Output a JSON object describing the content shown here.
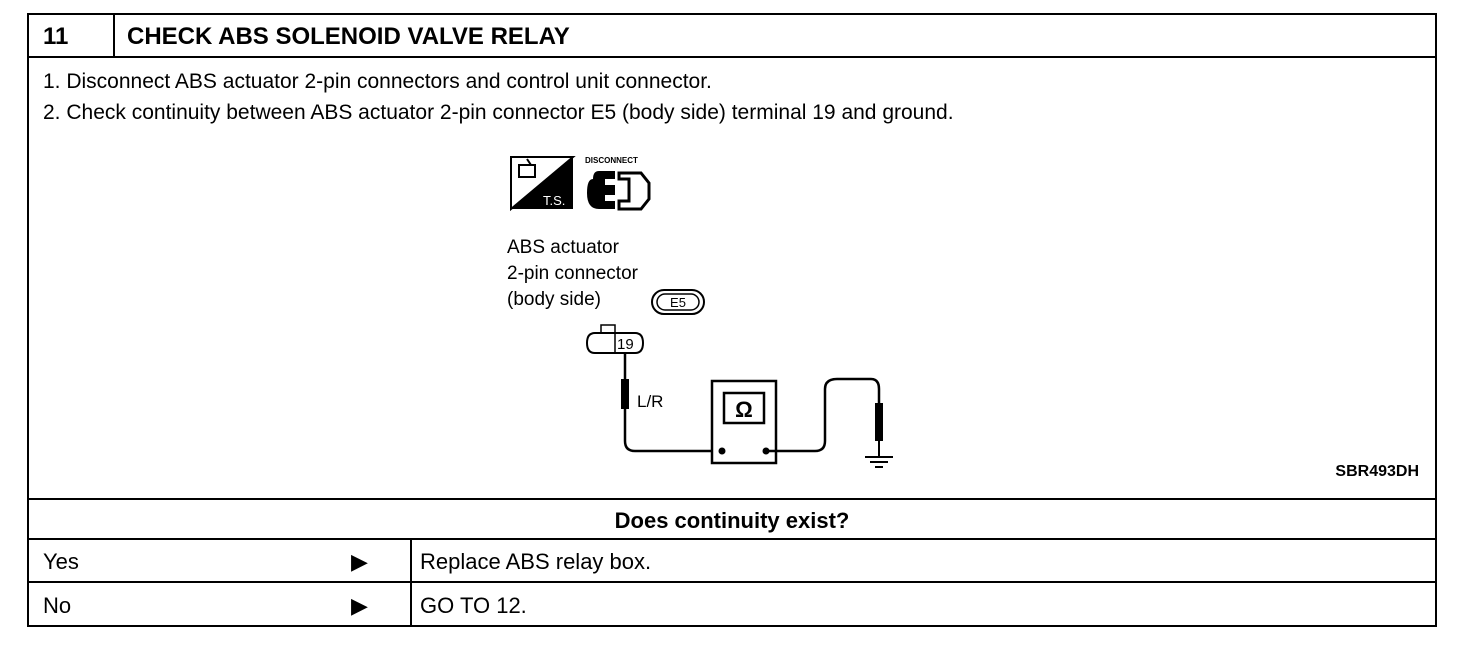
{
  "header": {
    "step_number": "11",
    "title": "CHECK ABS SOLENOID VALVE RELAY"
  },
  "instructions": [
    "1.  Disconnect ABS actuator 2-pin connectors and control unit connector.",
    "2.  Check continuity between ABS actuator 2-pin connector E5 (body side) terminal 19 and ground."
  ],
  "diagram": {
    "ts_badge": "T.S.",
    "disconnect_label": "DISCONNECT",
    "connector_line1": "ABS actuator",
    "connector_line2": "2-pin connector",
    "connector_line3": "(body side)",
    "connector_id": "E5",
    "terminal": "19",
    "wire_color": "L/R",
    "meter_symbol": "Ω",
    "figure_code": "SBR493DH"
  },
  "question": "Does continuity exist?",
  "answers": [
    {
      "label": "Yes",
      "arrow": "▶",
      "action": "Replace ABS relay box."
    },
    {
      "label": "No",
      "arrow": "▶",
      "action": "GO TO 12."
    }
  ]
}
